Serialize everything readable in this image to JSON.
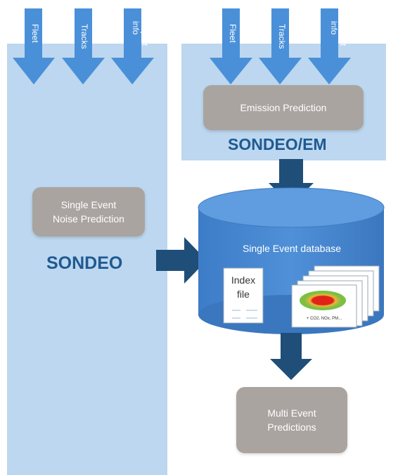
{
  "colors": {
    "panel_fill": "#bcd7ef",
    "arrow_light": "#4a90d9",
    "arrow_dark": "#1f4e79",
    "process_box": "#aaa4a0",
    "database_fill": "#4a86cf",
    "label_blue": "#1f5a92"
  },
  "sondeo": {
    "inputs": [
      "Fleet",
      "Tracks",
      "Airport\ninfo"
    ],
    "process": "Single Event\nNoise Prediction",
    "label": "SONDEO"
  },
  "sondeo_em": {
    "inputs": [
      "Fleet",
      "Tracks",
      "Airport\ninfo"
    ],
    "process": "Emission Prediction",
    "label": "SONDEO/EM"
  },
  "database": {
    "title": "Single Event database",
    "index_file": "Index\nfile",
    "map_caption": "+ CO2, NOx, PM..."
  },
  "multi_event": {
    "label": "Multi Event\nPredictions"
  }
}
